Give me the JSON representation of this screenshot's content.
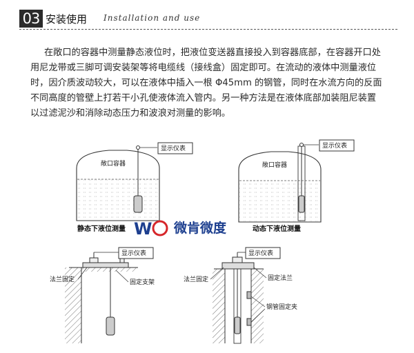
{
  "header": {
    "number": "03",
    "title": "安装使用",
    "subtitle_en": "Installation and use"
  },
  "paragraph": "在敞口的容器中测量静态液位时，把液位变送器直接投入到容器底部，在容器开口处用尼龙带或三脚可调安装架等将电缆线（接线盒）固定即可。在流动的液体中测量液位时，因介质波动较大，可以在液体中插入一根 Φ45mm 的钢管，同时在水流方向的反面不同高度的管壁上打若干小孔使液体流入管内。另一种方法是在液体底部加装阻尼装置以过滤泥沙和消除动态压力和波浪对测量的影响。",
  "diagram_left": {
    "display_label": "显示仪表",
    "tank_label": "敞口容器",
    "caption": "静态下液位测量"
  },
  "diagram_right": {
    "display_label": "显示仪表",
    "tank_label": "敞口容器",
    "caption": "动态下液位测量"
  },
  "logo": {
    "text": "微肯微度"
  },
  "diagram_bottom_left": {
    "display_label": "显示仪表",
    "flange_label": "法兰固定",
    "bracket_label": "固定支架"
  },
  "diagram_bottom_right": {
    "display_label": "显示仪表",
    "flange_label": "法兰固定",
    "fixed_flange_label": "固定法兰",
    "clamp_label": "钢管固定夹"
  },
  "colors": {
    "header_box": "#2b2b2b",
    "logo_blue": "#1d3f8f",
    "logo_red": "#d6262a"
  }
}
